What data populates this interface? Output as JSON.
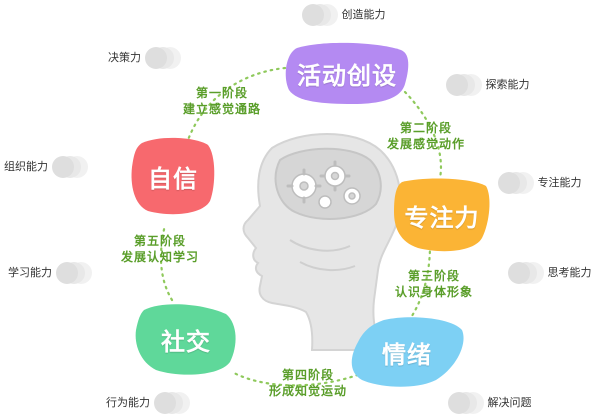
{
  "colors": {
    "huodong": "#b48af2",
    "zhuanzhu": "#fbb435",
    "qingxu": "#7dd0f4",
    "shejiao": "#5fd89a",
    "zixin": "#f7696e",
    "stage_text": "#5a9e2a",
    "dotted_ring": "#8fc95c"
  },
  "blobs": {
    "huodong": "活动创设",
    "zhuanzhu": "专注力",
    "qingxu": "情绪",
    "shejiao": "社交",
    "zixin": "自信"
  },
  "stages": {
    "s1": {
      "title": "第一阶段",
      "desc": "建立感觉通路"
    },
    "s2": {
      "title": "第二阶段",
      "desc": "发展感觉动作"
    },
    "s3": {
      "title": "第三阶段",
      "desc": "认识身体形象"
    },
    "s4": {
      "title": "第四阶段",
      "desc": "形成知觉运动"
    },
    "s5": {
      "title": "第五阶段",
      "desc": "发展认知学习"
    }
  },
  "abilities": {
    "chuangzao": "创造能力",
    "juece": "决策力",
    "tansuo": "探索能力",
    "zuzhi": "组织能力",
    "zhuanzhu": "专注能力",
    "sikao": "思考能力",
    "xuexi": "学习能力",
    "xingwei": "行为能力",
    "jiejue": "解决问题"
  },
  "icons": {
    "center": "head-with-gears-icon"
  }
}
